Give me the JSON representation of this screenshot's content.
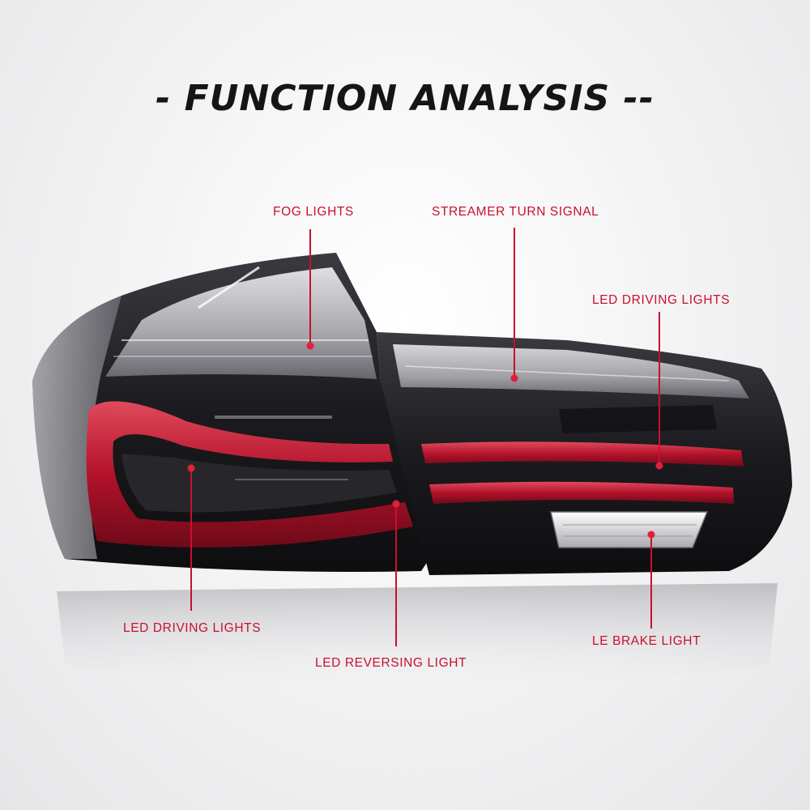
{
  "title": "- FUNCTION ANALYSIS --",
  "callouts": {
    "fog_lights": "FOG LIGHTS",
    "streamer_turn_signal": "STREAMER TURN SIGNAL",
    "led_driving_lights_right": "LED DRIVING LIGHTS",
    "led_driving_lights_left": "LED DRIVING LIGHTS",
    "led_reversing_light": "LED REVERSING LIGHT",
    "le_brake_light": "LE BRAKE LIGHT"
  },
  "colors": {
    "callout_red": "#c8102e",
    "tail_light_red": "#b3122a",
    "housing_dark": "#1c1c20"
  }
}
